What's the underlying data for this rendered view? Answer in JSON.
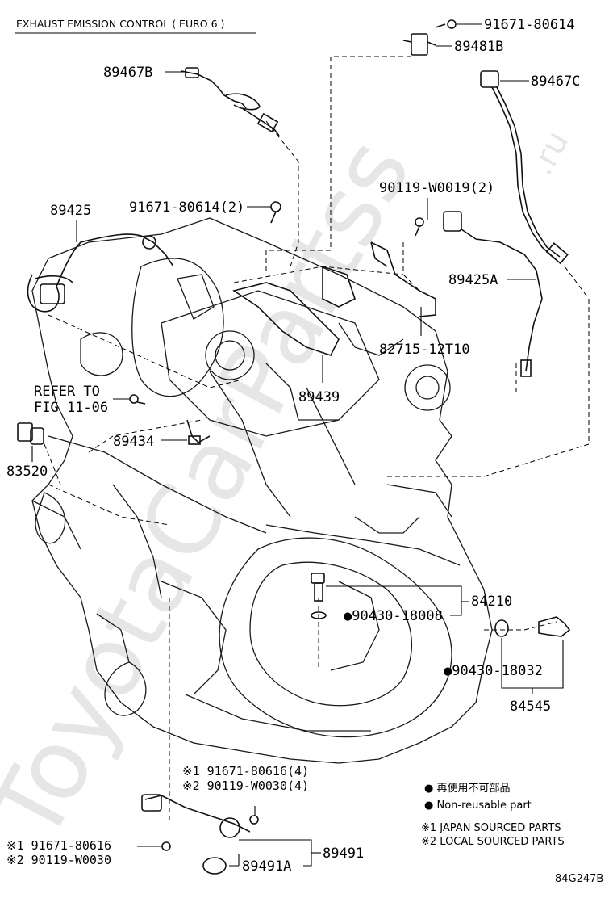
{
  "title": "EXHAUST EMISSION CONTROL ( EURO 6 )",
  "figure_code": "84G247B",
  "watermark": {
    "main": "ToyotaCarPartss",
    "sub": ".ru"
  },
  "parts": {
    "p_91671_80614_top": "91671-80614",
    "p_89481B": "89481B",
    "p_89467B": "89467B",
    "p_89467C": "89467C",
    "p_90119_W0019": "90119-W0019(2)",
    "p_89425": "89425",
    "p_91671_80614_2": "91671-80614(2)",
    "p_89425A": "89425A",
    "p_82715": "82715-12T10",
    "p_89439": "89439",
    "refer_line1": "REFER TO",
    "refer_line2": "FIG 11-06",
    "p_89434": "89434",
    "p_83520": "83520",
    "p_84210": "84210",
    "p_90430_18008": "●90430-18008",
    "p_90430_18032": "●90430-18032",
    "p_84545": "84545",
    "p_j1_91671_80616_4": "※1 91671-80616(4)",
    "p_j2_90119_W0030_4": "※2 90119-W0030(4)",
    "p_j1_91671_80616": "※1 91671-80616",
    "p_j2_90119_W0030": "※2 90119-W0030",
    "p_89491": "89491",
    "p_89491A": "89491A"
  },
  "legend": {
    "nonreusable_jp": "● 再使用不可部品",
    "nonreusable_en": "● Non-reusable part",
    "note1": "※1 JAPAN SOURCED PARTS",
    "note2": "※2 LOCAL SOURCED PARTS"
  }
}
